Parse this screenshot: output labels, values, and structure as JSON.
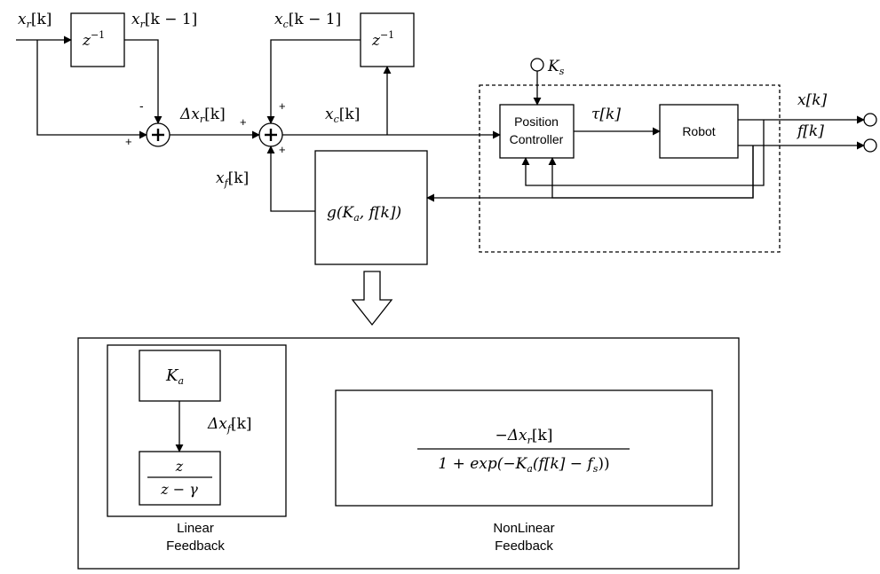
{
  "signals": {
    "xr_k": "x",
    "xr_k_sub": "r",
    "xr_k_arg": "[k]",
    "xr_km1": "x",
    "xr_km1_sub": "r",
    "xr_km1_arg": "[k − 1]",
    "xc_km1": "x",
    "xc_km1_sub": "c",
    "xc_km1_arg": "[k − 1]",
    "dxr": "Δx",
    "dxr_sub": "r",
    "dxr_arg": "[k]",
    "xc_k": "x",
    "xc_k_sub": "c",
    "xc_k_arg": "[k]",
    "xf_k": "x",
    "xf_k_sub": "f",
    "xf_k_arg": "[k]",
    "tau": "τ[k]",
    "x_out": "x[k]",
    "f_out": "f[k]",
    "ks": "K",
    "ks_sub": "s"
  },
  "signs": {
    "sum1_top": "-",
    "sum1_left": "+",
    "sum2_left": "+",
    "sum2_top": "+",
    "sum2_bottom": "+"
  },
  "blocks": {
    "delay": "z",
    "delay_exp": "−1",
    "position_controller_line1": "Position",
    "position_controller_line2": "Controller",
    "robot": "Robot",
    "g_func": "g(K",
    "g_func_sub": "a",
    "g_func_rest": ", f[k])"
  },
  "detail": {
    "ka": "K",
    "ka_sub": "a",
    "dxf": "Δx",
    "dxf_sub": "f",
    "dxf_arg": "[k]",
    "tf_num": "z",
    "tf_den": "z − γ",
    "linear_line1": "Linear",
    "linear_line2": "Feedback",
    "nl_num": "−Δx",
    "nl_num_sub": "r",
    "nl_num_arg": "[k]",
    "nl_den": "1 + exp(−K",
    "nl_den_sub": "a",
    "nl_den_mid": "(f[k] − f",
    "nl_den_sub2": "s",
    "nl_den_end": "))",
    "nonlinear_line1": "NonLinear",
    "nonlinear_line2": "Feedback"
  }
}
